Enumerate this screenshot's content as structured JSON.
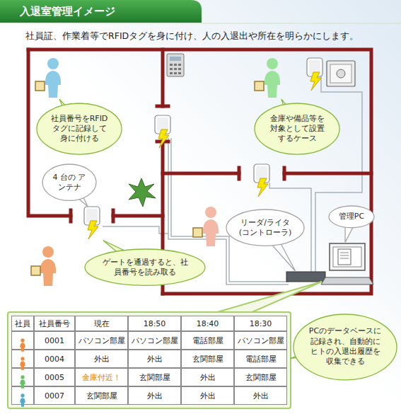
{
  "diagram": {
    "title": "入退室管理イメージ",
    "nodes": [
      {
        "text": [
          "社員番号をRFIDタグに記録して身に付ける"
        ]
      },
      {
        "text": [
          "金庫や備品等を対象として設置するケース"
        ]
      },
      {
        "text": [
          "4 台の アンテナ"
        ]
      },
      {
        "text": [
          "管理PC"
        ]
      },
      {
        "text": [
          "リーダ/ライタ (コントローラ)"
        ]
      },
      {
        "text": [
          "ゲートを通過すると、社員番号を読み取る"
        ]
      },
      {
        "text": [
          "PCのデータベースに記録され、自動的にヒトの入退出履歴を収集できる"
        ]
      }
    ],
    "labels": [
      "社員証、作業着等でRFIDタグを身に付け、人の入退出や所在を明らかにします。",
      "社員",
      "社員番号",
      "現在",
      "18:50",
      "18:40",
      "18:30",
      "0001",
      "パソコン部屋",
      "パソコン部屋",
      "電話部屋",
      "パソコン部屋",
      "0004",
      "外出",
      "外出",
      "玄関部屋",
      "電話部屋",
      "0005",
      "金庫付近！",
      "玄関部屋",
      "外出",
      "玄関部屋",
      "0007",
      "玄関部屋",
      "外出",
      "外出",
      "外出"
    ]
  }
}
